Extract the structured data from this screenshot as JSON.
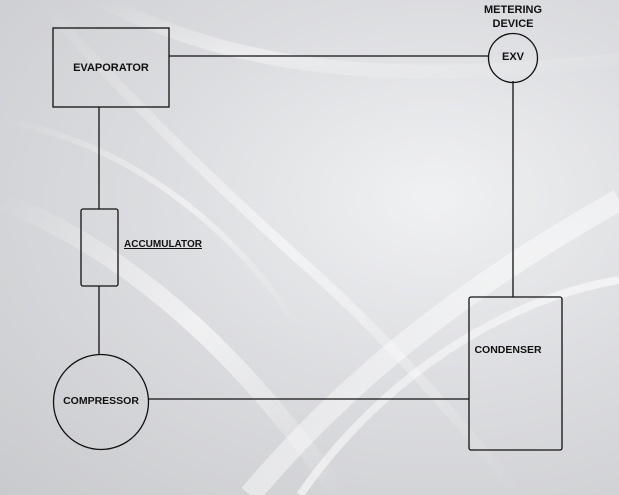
{
  "diagram": {
    "components": {
      "evaporator": "EVAPORATOR",
      "exv": "EXV",
      "metering_device_line1": "METERING",
      "metering_device_line2": "DEVICE",
      "accumulator": "ACCUMULATOR",
      "compressor": "COMPRESSOR",
      "condenser": "CONDENSER"
    }
  }
}
